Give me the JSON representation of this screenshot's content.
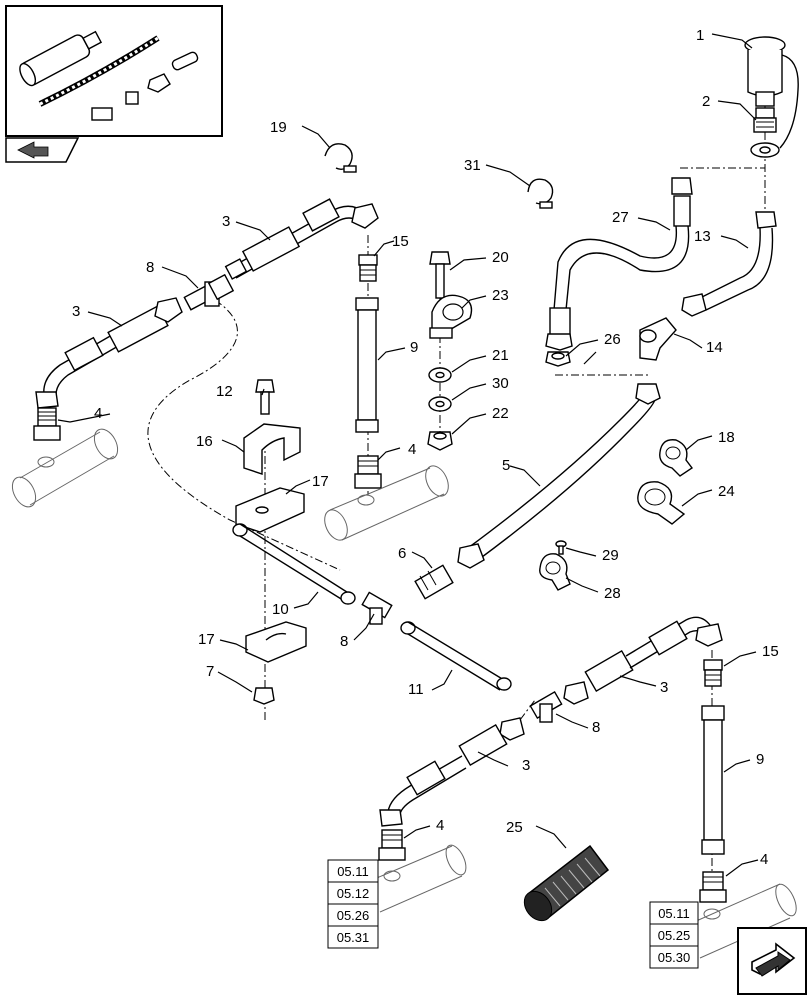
{
  "labels": {
    "l1": "1",
    "l2": "2",
    "l3a": "3",
    "l3b": "3",
    "l3c": "3",
    "l3d": "3",
    "l4a": "4",
    "l4b": "4",
    "l4c": "4",
    "l4d": "4",
    "l5": "5",
    "l6": "6",
    "l7": "7",
    "l8a": "8",
    "l8b": "8",
    "l8c": "8",
    "l9a": "9",
    "l9b": "9",
    "l10": "10",
    "l11": "11",
    "l12": "12",
    "l13": "13",
    "l14": "14",
    "l15a": "15",
    "l15b": "15",
    "l16": "16",
    "l17a": "17",
    "l17b": "17",
    "l18": "18",
    "l19": "19",
    "l20": "20",
    "l21": "21",
    "l22": "22",
    "l23": "23",
    "l24": "24",
    "l25": "25",
    "l26": "26",
    "l27": "27",
    "l28": "28",
    "l29": "29",
    "l30": "30",
    "l31": "31"
  },
  "reference_boxes": {
    "left": [
      "05.11",
      "05.12",
      "05.26",
      "05.31"
    ],
    "right": [
      "05.11",
      "05.25",
      "05.30"
    ]
  },
  "icons": {
    "top_left_nav": "back-arrow-icon",
    "bottom_right_nav": "next-page-arrow-icon"
  }
}
